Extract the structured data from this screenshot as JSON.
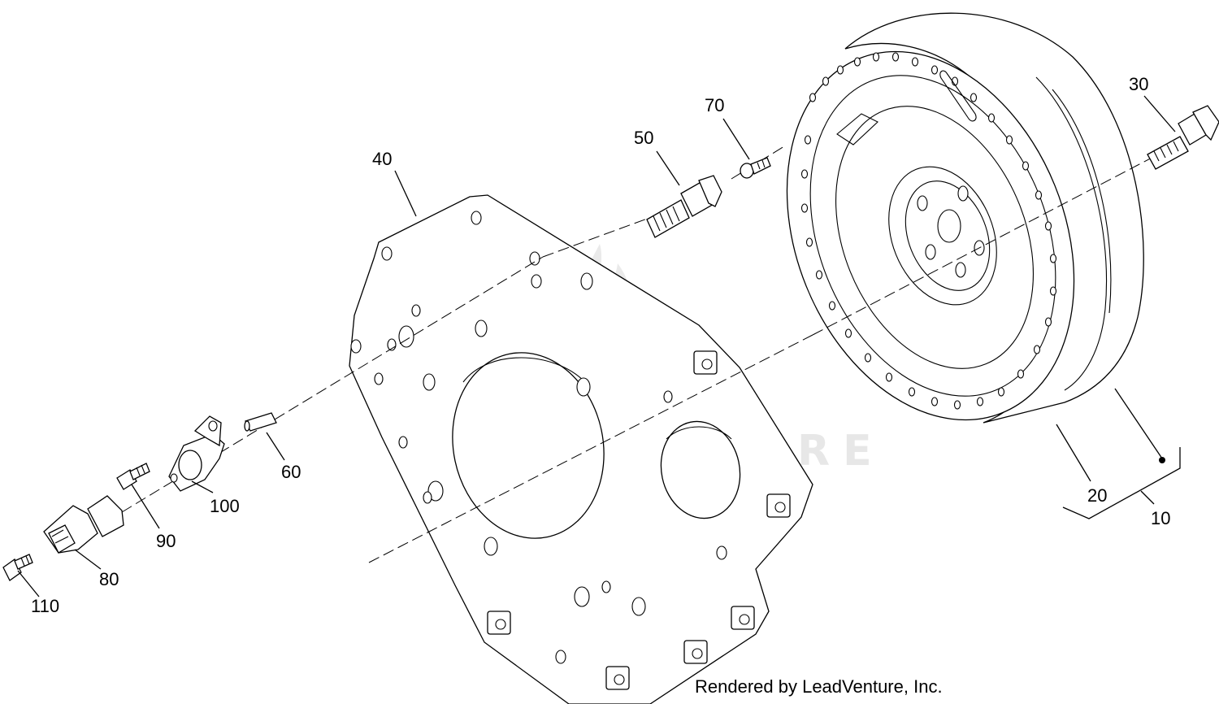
{
  "diagram": {
    "callouts": {
      "c10": "10",
      "c20": "20",
      "c30": "30",
      "c40": "40",
      "c50": "50",
      "c60": "60",
      "c70": "70",
      "c80": "80",
      "c90": "90",
      "c100": "100",
      "c110": "110"
    },
    "watermark": "LEADVENTURE",
    "credit": "Rendered by LeadVenture, Inc."
  }
}
